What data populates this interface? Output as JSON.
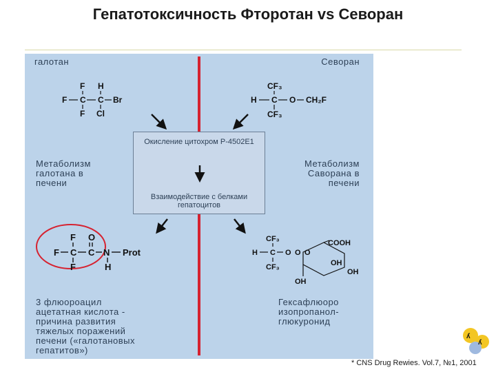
{
  "title": "Гепатотоксичность Фторотан vs Севоран",
  "left_header": "галотан",
  "right_header": "Севоран",
  "center_box": {
    "top": "Окисление цитохром Р-4502Е1",
    "bottom": "Взаимодействие с белками гепатоцитов"
  },
  "left_metabolism": [
    "Метаболизм",
    "галотана в",
    "печени"
  ],
  "right_metabolism": [
    "Метаболизм",
    "Саворана в",
    "печени"
  ],
  "left_conclusion": [
    "3 флюороацил",
    "ацетатная кислота -",
    "причина развития",
    "тяжелых поражений",
    "печени («галотановых",
    "гепатитов»)"
  ],
  "right_conclusion": [
    "Гексафлюоро",
    "изопропанол-",
    "глюкуронид"
  ],
  "halothane": {
    "F": "F",
    "H": "H",
    "C": "C",
    "Br": "Br",
    "Cl": "Cl"
  },
  "sevoflurane": {
    "CF3": "CF₃",
    "H": "H",
    "C": "C",
    "O": "O",
    "CH2F": "CH₂F"
  },
  "tfa": {
    "F": "F",
    "O": "O",
    "C": "C",
    "N": "N",
    "Prot": "Prot",
    "H": "H"
  },
  "hfip": {
    "CF3": "CF₃",
    "H": "H",
    "C": "C",
    "O": "O",
    "COOH": "COOH",
    "OH": "OH"
  },
  "footnote": "* CNS Drug Rewies. Vol.7, №1, 2001",
  "colors": {
    "panel": "#bcd3ea",
    "divider": "#d62230",
    "circle": "#d62230"
  }
}
